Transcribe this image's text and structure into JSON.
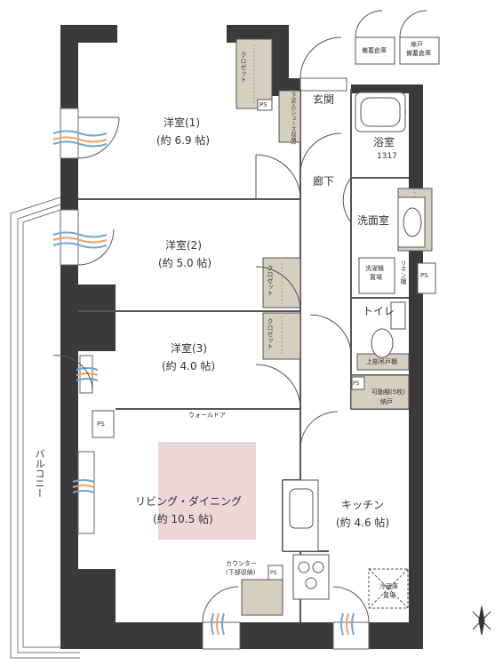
{
  "rooms": {
    "western1": {
      "name": "洋室(1)",
      "size": "(約 6.9 帖)"
    },
    "western2": {
      "name": "洋室(2)",
      "size": "(約 5.0 帖)"
    },
    "western3": {
      "name": "洋室(3)",
      "size": "(約 4.0 帖)"
    },
    "living": {
      "name": "リビング・ダイニング",
      "size": "(約 10.5 帖)"
    },
    "kitchen": {
      "name": "キッチン",
      "size": "(約 4.6 帖)"
    },
    "entrance": "玄関",
    "hallway": "廊下",
    "bath": {
      "name": "浴室",
      "size": "1317"
    },
    "washroom": "洗面室",
    "toilet": "トイレ",
    "balcony": "バルコニー"
  },
  "fixtures": {
    "closet": "クロゼット",
    "shoe_box": "下足入(シューズ収納)",
    "storage1": "備蓄倉庫",
    "storage2_top": "扉戸",
    "storage2_bottom": "備蓄倉庫",
    "walldoor": "ウォールドア",
    "washer_top": "洗濯機",
    "washer_bottom": "置場",
    "linen": "リネン棚",
    "upper_shelf": "上部吊戸棚",
    "movable_shelf": "可動棚(5枚)",
    "nando": "納戸",
    "counter_top": "カウンター",
    "counter_bottom": "(下部収納)",
    "fridge_top": "冷蔵庫",
    "fridge_bottom": "置場",
    "ps": "PS"
  },
  "colors": {
    "wall": "#3a3a3a",
    "line": "#555555",
    "closet_fill": "#d4d0bf",
    "living_highlight": "#ecd7d7",
    "window_blue": "#6fa6d6",
    "window_orange": "#f2a35e"
  }
}
